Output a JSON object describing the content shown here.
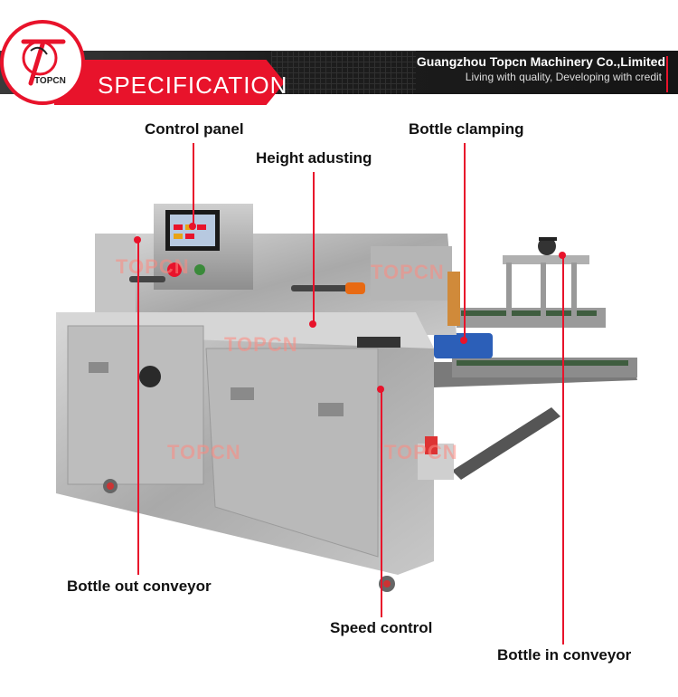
{
  "header": {
    "section_title": "SPECIFICATION",
    "company": "Guangzhou Topcn Machinery Co.,Limited",
    "slogan": "Living with quality, Developing with credit",
    "logo_text": "TOPCN"
  },
  "labels": {
    "control_panel": "Control panel",
    "height_adjusting": "Height adusting",
    "bottle_clamping": "Bottle clamping",
    "bottle_out_conveyor": "Bottle out conveyor",
    "speed_control": "Speed control",
    "bottle_in_conveyor": "Bottle in conveyor"
  },
  "watermarks": [
    "TOPCN",
    "TOPCN",
    "TOPCN",
    "TOPCN",
    "TOPCN"
  ],
  "colors": {
    "accent": "#e8132b",
    "banner": "#1e1e1e"
  }
}
